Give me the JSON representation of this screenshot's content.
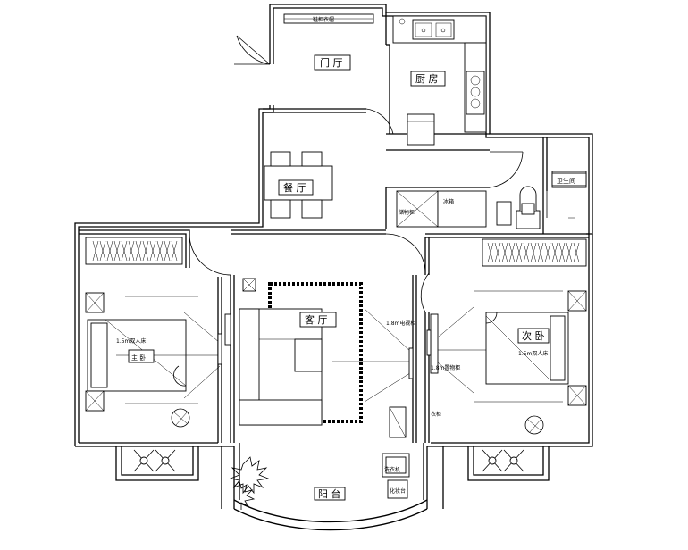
{
  "rooms": {
    "foyer": "门 厅",
    "kitchen": "厨 房",
    "dining": "餐 厅",
    "living": "客 厅",
    "master": "主 卧",
    "second": "次 卧",
    "bathroom": "卫生间",
    "balcony": "阳 台"
  },
  "labels": {
    "shoe_cabinet": "鞋柜衣帽",
    "storage_cabinet": "储物柜",
    "washer": "洗衣机",
    "double_bed_master": "1.5m双人床",
    "double_bed_second": "1.5m双人床",
    "tv_cabinet": "1.8m电视柜",
    "shelf": "1.8m置物柜",
    "closet": "衣柜",
    "appliance": "冰箱",
    "dressing": "化妆台"
  }
}
